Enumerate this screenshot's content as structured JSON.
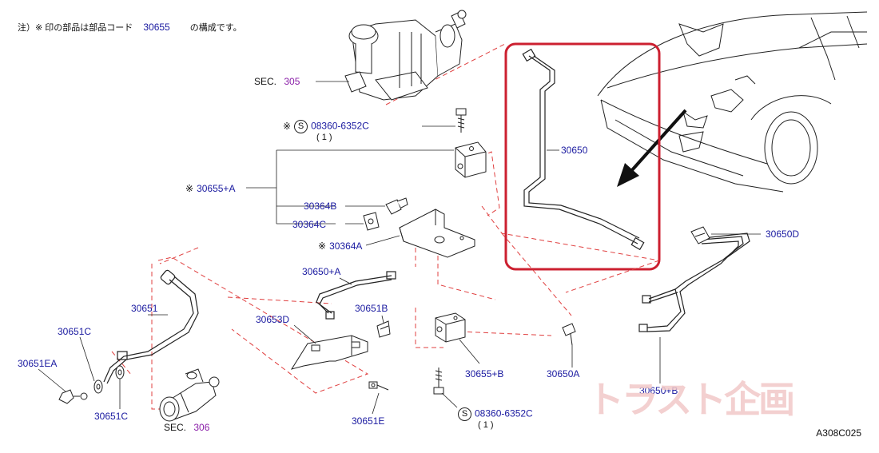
{
  "note": {
    "prefix": "注）※ 印の部品は部品コード",
    "code": "30655",
    "suffix": "の構成です。"
  },
  "labels": {
    "sec_305_prefix": "SEC.",
    "sec_305_num": "305",
    "bolt_top_part": "08360-6352C",
    "bolt_top_qty": "( 1 )",
    "assy_30655a": "30655+A",
    "p30364b": "30364B",
    "p30364c": "30364C",
    "p30364a": "30364A",
    "p30650": "30650",
    "p30650d": "30650D",
    "p30650a_plus": "30650+A",
    "p30651": "30651",
    "p30651b": "30651B",
    "p30653d": "30653D",
    "p30651c_top": "30651C",
    "p30651ea": "30651EA",
    "p30651c_bottom": "30651C",
    "sec_306_prefix": "SEC.",
    "sec_306_num": "306",
    "p30651e": "30651E",
    "p30655b": "30655+B",
    "p30650a": "30650A",
    "p30650b": "30650+B",
    "bolt_bottom_part": "08360-6352C",
    "bolt_bottom_qty": "( 1 )"
  },
  "symbols": {
    "asterisk": "※",
    "standard_part": "S"
  },
  "watermark": "トラスト企画",
  "diagram_code": "A308C025",
  "colors": {
    "label_blue": "#1a1aa0",
    "sec_purple": "#8a1fa8",
    "dash_red": "#e04040",
    "highlight_red": "#cc2030",
    "line": "#222222"
  }
}
